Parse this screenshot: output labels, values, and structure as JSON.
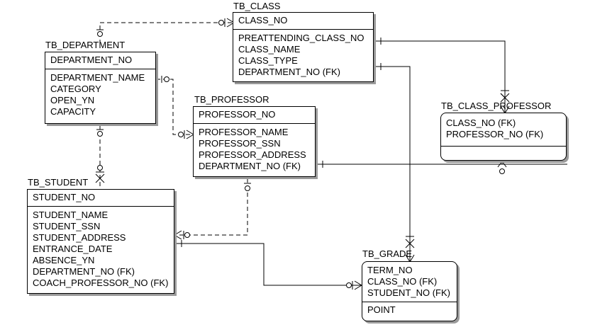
{
  "entities": {
    "class": {
      "name": "TB_CLASS",
      "pk": [
        "CLASS_NO"
      ],
      "attrs": [
        "PREATTENDING_CLASS_NO",
        "CLASS_NAME",
        "CLASS_TYPE",
        "DEPARTMENT_NO (FK)"
      ]
    },
    "department": {
      "name": "TB_DEPARTMENT",
      "pk": [
        "DEPARTMENT_NO"
      ],
      "attrs": [
        "DEPARTMENT_NAME",
        "CATEGORY",
        "OPEN_YN",
        "CAPACITY"
      ]
    },
    "professor": {
      "name": "TB_PROFESSOR",
      "pk": [
        "PROFESSOR_NO"
      ],
      "attrs": [
        "PROFESSOR_NAME",
        "PROFESSOR_SSN",
        "PROFESSOR_ADDRESS",
        "DEPARTMENT_NO (FK)"
      ]
    },
    "class_professor": {
      "name": "TB_CLASS_PROFESSOR",
      "pk": [
        "CLASS_NO (FK)",
        "PROFESSOR_NO (FK)"
      ],
      "attrs": []
    },
    "student": {
      "name": "TB_STUDENT",
      "pk": [
        "STUDENT_NO"
      ],
      "attrs": [
        "STUDENT_NAME",
        "STUDENT_SSN",
        "STUDENT_ADDRESS",
        "ENTRANCE_DATE",
        "ABSENCE_YN",
        "DEPARTMENT_NO (FK)",
        "COACH_PROFESSOR_NO (FK)"
      ]
    },
    "grade": {
      "name": "TB_GRADE",
      "pk": [
        "TERM_NO",
        "CLASS_NO (FK)",
        "STUDENT_NO (FK)"
      ],
      "attrs": [
        "POINT"
      ]
    }
  },
  "relationships": [
    {
      "from": "TB_DEPARTMENT",
      "to": "TB_CLASS",
      "style": "dashed",
      "from_end": "one-optional",
      "to_end": "many"
    },
    {
      "from": "TB_DEPARTMENT",
      "to": "TB_PROFESSOR",
      "style": "dashed",
      "from_end": "one-optional",
      "to_end": "many"
    },
    {
      "from": "TB_DEPARTMENT",
      "to": "TB_STUDENT",
      "style": "dashed",
      "from_end": "one-optional",
      "to_end": "many"
    },
    {
      "from": "TB_PROFESSOR",
      "to": "TB_STUDENT",
      "style": "dashed",
      "from_end": "one-optional",
      "to_end": "many"
    },
    {
      "from": "TB_CLASS",
      "to": "TB_CLASS_PROFESSOR",
      "style": "solid",
      "from_end": "one",
      "to_end": "many"
    },
    {
      "from": "TB_PROFESSOR",
      "to": "TB_CLASS_PROFESSOR",
      "style": "solid",
      "from_end": "one",
      "to_end": "many"
    },
    {
      "from": "TB_CLASS",
      "to": "TB_GRADE",
      "style": "solid",
      "from_end": "one",
      "to_end": "many"
    },
    {
      "from": "TB_STUDENT",
      "to": "TB_GRADE",
      "style": "solid",
      "from_end": "one",
      "to_end": "many"
    }
  ]
}
